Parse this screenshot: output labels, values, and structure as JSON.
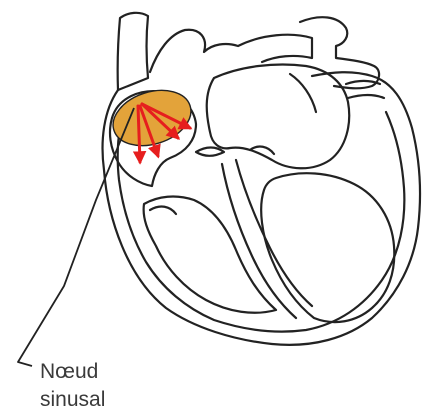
{
  "label": {
    "line1": "Nœud",
    "line2": "sinusal"
  },
  "colors": {
    "outline": "#222222",
    "node_fill": "#e3a33a",
    "arrows": "#e61e1e",
    "text": "#3a3a3a",
    "background": "#ffffff"
  },
  "icons": [
    "heart-outline",
    "sinus-node",
    "impulse-arrow",
    "leader-line"
  ]
}
